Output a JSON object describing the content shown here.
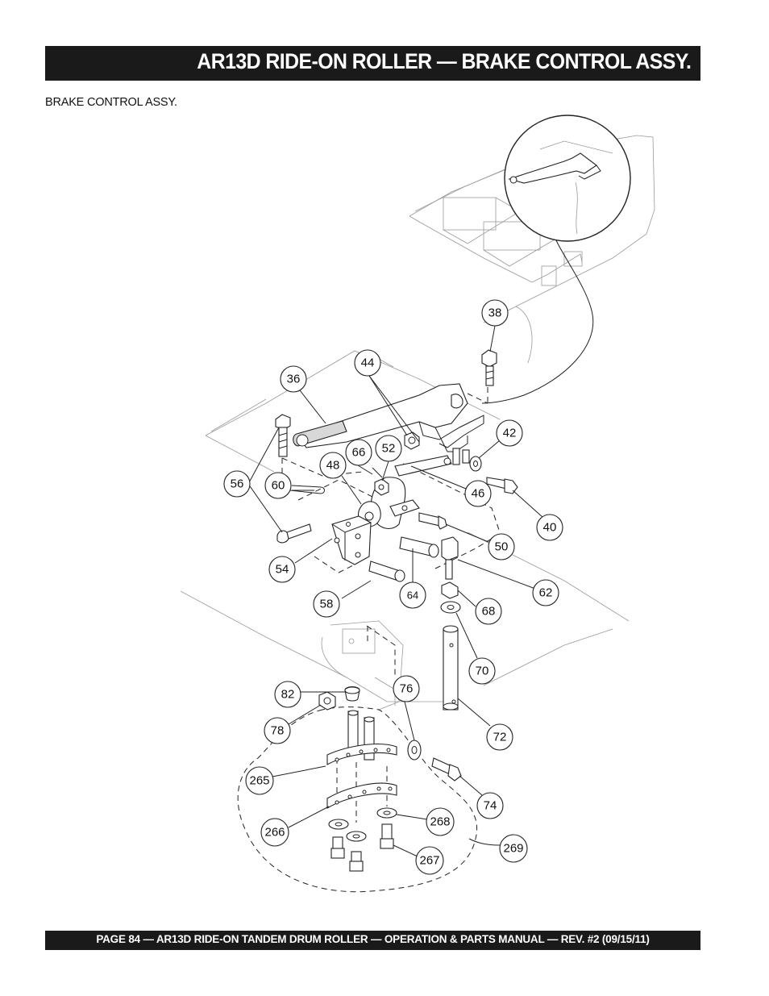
{
  "header": {
    "title": "AR13D RIDE-ON ROLLER — BRAKE CONTROL ASSY."
  },
  "section": {
    "subtitle": "BRAKE CONTROL ASSY."
  },
  "callouts": [
    {
      "id": "38",
      "label": "38"
    },
    {
      "id": "44",
      "label": "44"
    },
    {
      "id": "36",
      "label": "36"
    },
    {
      "id": "42",
      "label": "42"
    },
    {
      "id": "66",
      "label": "66"
    },
    {
      "id": "52",
      "label": "52"
    },
    {
      "id": "48",
      "label": "48"
    },
    {
      "id": "56",
      "label": "56"
    },
    {
      "id": "60",
      "label": "60"
    },
    {
      "id": "46",
      "label": "46"
    },
    {
      "id": "40",
      "label": "40"
    },
    {
      "id": "50",
      "label": "50"
    },
    {
      "id": "54",
      "label": "54"
    },
    {
      "id": "62",
      "label": "62"
    },
    {
      "id": "64",
      "label": "64"
    },
    {
      "id": "58",
      "label": "58"
    },
    {
      "id": "68",
      "label": "68"
    },
    {
      "id": "70",
      "label": "70"
    },
    {
      "id": "82",
      "label": "82"
    },
    {
      "id": "76",
      "label": "76"
    },
    {
      "id": "78",
      "label": "78"
    },
    {
      "id": "72",
      "label": "72"
    },
    {
      "id": "265",
      "label": "265"
    },
    {
      "id": "74",
      "label": "74"
    },
    {
      "id": "268",
      "label": "268"
    },
    {
      "id": "266",
      "label": "266"
    },
    {
      "id": "269",
      "label": "269"
    },
    {
      "id": "267",
      "label": "267"
    }
  ],
  "footer": {
    "text": "PAGE 84 — AR13D RIDE-ON TANDEM DRUM ROLLER — OPERATION & PARTS MANUAL — REV. #2 (09/15/11)"
  }
}
